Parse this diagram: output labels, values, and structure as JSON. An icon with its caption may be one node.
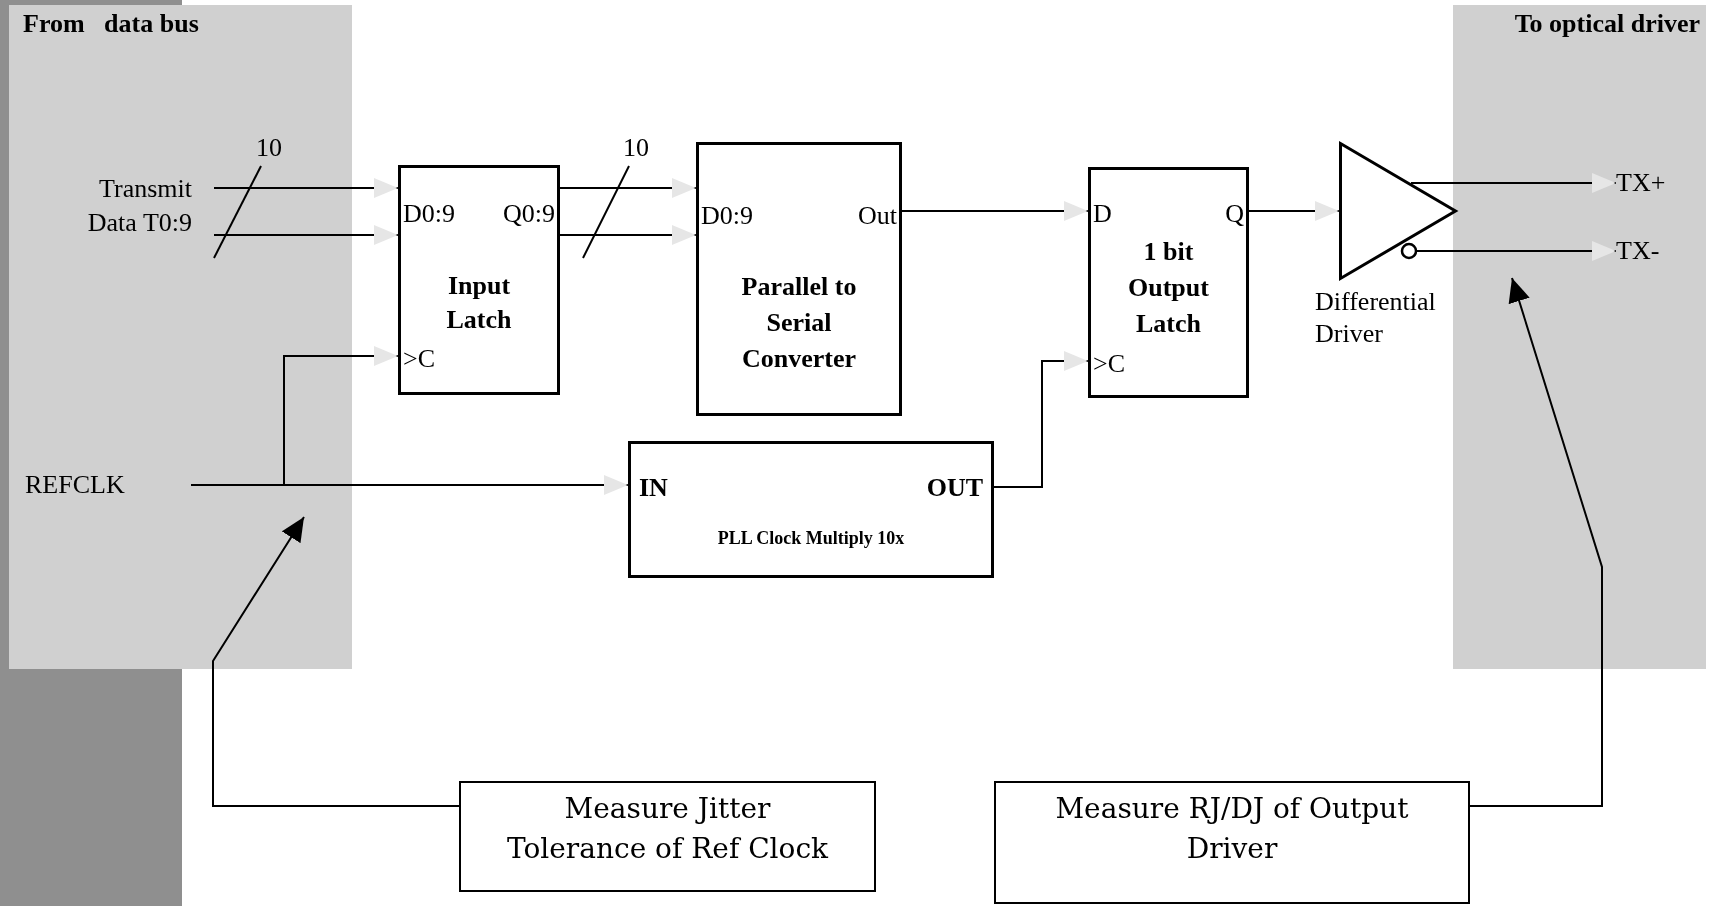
{
  "diagram": {
    "nodes": [
      {
        "text": [
          "From   data bus"
        ]
      },
      {
        "text": [
          "Transmit Data T0:9"
        ],
        "in": 0
      },
      {
        "text": [
          "REFCLK"
        ],
        "in": 0
      },
      {
        "text": [
          "D0:9",
          "Q0:9",
          "Input Latch",
          ">C"
        ]
      },
      {
        "text": [
          "D0:9",
          "Out",
          "Parallel to Serial Converter"
        ]
      },
      {
        "text": [
          "IN",
          "OUT",
          "PLL Clock Multiply 10x"
        ]
      },
      {
        "text": [
          "D",
          "Q",
          "1 bit Output Latch",
          ">C"
        ]
      },
      {
        "text": [],
        "shape": "triangle",
        "beside": [
          "Differential Driver"
        ]
      },
      {
        "text": [
          "To optical driver"
        ]
      },
      {
        "text": [
          "TX+"
        ],
        "in": 8
      },
      {
        "text": [
          "TX-"
        ],
        "in": 8
      },
      {
        "text": [
          "Measure Jitter Tolerance of Ref Clock"
        ]
      },
      {
        "text": [
          "Measure RJ/DJ of Output Driver"
        ]
      }
    ],
    "edges": [
      {
        "from": 1,
        "to": 3,
        "arrow": "to"
      },
      {
        "from": 1,
        "to": 3,
        "arrow": "to"
      },
      {
        "from": 3,
        "to": 4,
        "arrow": "to"
      },
      {
        "from": 3,
        "to": 4,
        "arrow": "to"
      },
      {
        "from": 4,
        "to": 6,
        "arrow": "to"
      },
      {
        "from": 6,
        "to": 7,
        "arrow": "to"
      },
      {
        "from": 7,
        "to": 9,
        "arrow": "to"
      },
      {
        "from": 7,
        "to": 10,
        "arrow": "to"
      },
      {
        "from": 2,
        "to": 3,
        "arrow": "to"
      },
      {
        "from": 2,
        "to": 5,
        "arrow": "to"
      },
      {
        "from": 5,
        "to": 6,
        "arrow": "to"
      },
      {
        "from": 11,
        "to": null,
        "arrow": "to"
      },
      {
        "from": 12,
        "to": null,
        "arrow": "to"
      }
    ],
    "labels": [
      "10",
      "10"
    ]
  }
}
